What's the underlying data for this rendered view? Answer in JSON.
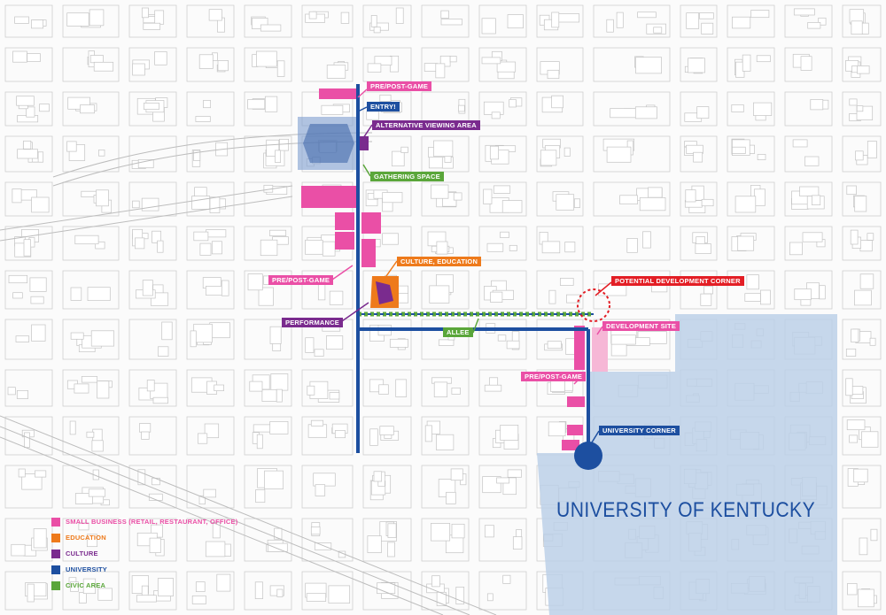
{
  "colors": {
    "pink": "#ea4fa6",
    "orange": "#ee7a1b",
    "purple": "#7a2b8e",
    "blue": "#1d4fa0",
    "green": "#5aa63a",
    "red": "#e31e25",
    "campus": "#bcd0e8",
    "streetline": "#cfcfcf",
    "building": "#dcdcdc"
  },
  "labels": {
    "pre_post_game_top": "PRE/POST-GAME",
    "entry": "ENTRY!",
    "alternative_viewing_area": "ALTERNATIVE VIEWING AREA",
    "gathering_space": "GATHERING SPACE",
    "culture_education": "CULTURE, EDUCATION",
    "pre_post_game_left": "PRE/POST-GAME",
    "performance": "PERFORMANCE",
    "allee": "ALLEE",
    "potential_development_corner": "POTENTIAL DEVELOPMENT CORNER",
    "development_site": "DEVELOPMENT SITE",
    "pre_post_game_right": "PRE/POST-GAME",
    "university_corner": "UNIVERSITY CORNER"
  },
  "campus_name": "UNIVERSITY OF KENTUCKY",
  "legend": [
    {
      "label": "SMALL BUSINESS (RETAIL, RESTAURANT, OFFICE)",
      "color": "#ea4fa6"
    },
    {
      "label": "EDUCATION",
      "color": "#ee7a1b"
    },
    {
      "label": "CULTURE",
      "color": "#7a2b8e"
    },
    {
      "label": "UNIVERSITY",
      "color": "#1d4fa0"
    },
    {
      "label": "CIVIC AREA",
      "color": "#5aa63a"
    }
  ]
}
